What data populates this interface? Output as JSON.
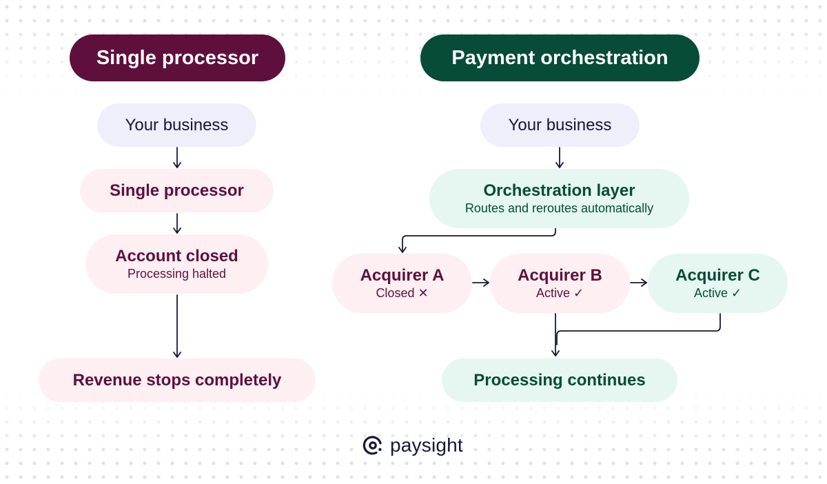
{
  "left": {
    "header": "Single processor",
    "business": "Your business",
    "processor": "Single processor",
    "account_title": "Account closed",
    "account_sub": "Processing halted",
    "outcome": "Revenue stops completely"
  },
  "right": {
    "header": "Payment orchestration",
    "business": "Your business",
    "layer_title": "Orchestration layer",
    "layer_sub": "Routes and reroutes automatically",
    "acquirers": [
      {
        "title": "Acquirer A",
        "status": "Closed ✕"
      },
      {
        "title": "Acquirer B",
        "status": "Active ✓"
      },
      {
        "title": "Acquirer C",
        "status": "Active ✓"
      }
    ],
    "outcome": "Processing continues"
  },
  "brand": {
    "name": "paysight",
    "logo_icon": "paysight-logo-icon"
  },
  "colors": {
    "maroon": "#5f0f3c",
    "green": "#064c38",
    "lavender": "#efeefb",
    "pink": "#fdeff2",
    "mint": "#e5f7f0",
    "navy": "#15163a"
  }
}
